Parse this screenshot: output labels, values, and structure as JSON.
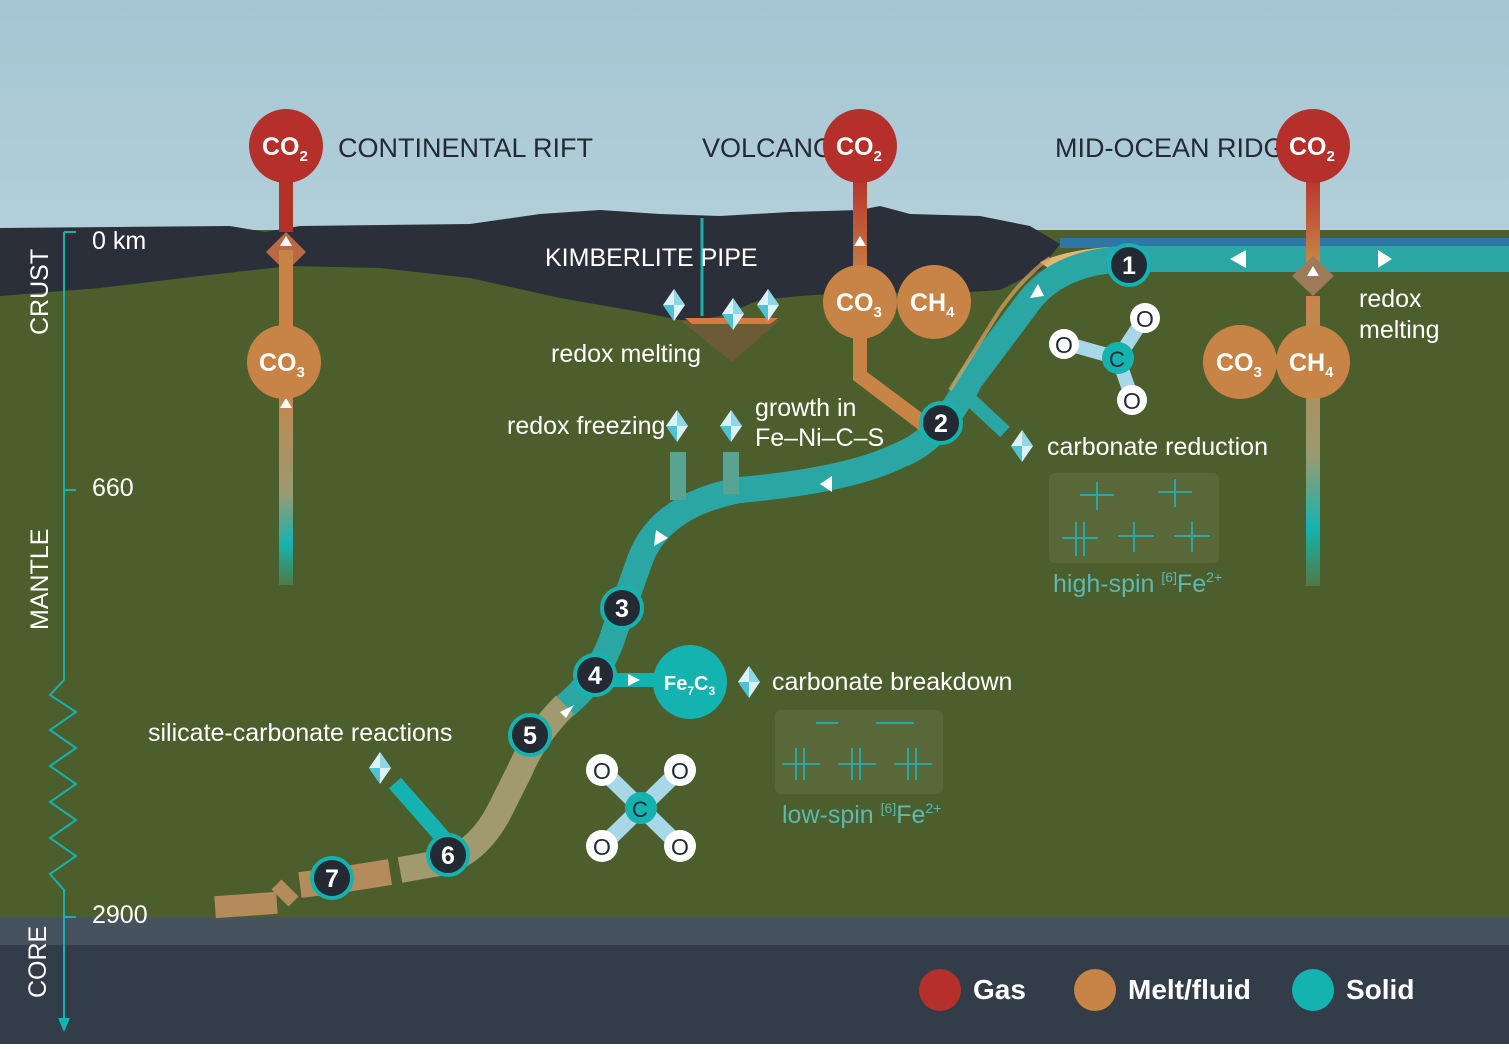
{
  "layers": {
    "crust": "CRUST",
    "mantle": "MANTLE",
    "core": "CORE"
  },
  "depths": {
    "d0": "0 km",
    "d660": "660",
    "d2900": "2900"
  },
  "settings": {
    "continental_rift": "CONTINENTAL RIFT",
    "volcano": "VOLCANO",
    "mid_ocean_ridge": "MID-OCEAN RIDGE",
    "kimberlite_pipe": "KIMBERLITE PIPE"
  },
  "chem": {
    "co": "CO",
    "ch": "CH",
    "fe": "Fe",
    "c": "C",
    "sub2": "2",
    "sub3": "3",
    "sub4": "4",
    "sub7": "7",
    "o": "O"
  },
  "process_labels": {
    "redox_melting": "redox melting",
    "redox_freezing": "redox freezing",
    "growth_in": "growth in",
    "fe_ni_c_s": "Fe–Ni–C–S",
    "carbonate_reduction": "carbonate reduction",
    "carbonate_breakdown": "carbonate breakdown",
    "silicate_carbonate_reactions": "silicate-carbonate reactions",
    "redox_melting_ridge_1": "redox",
    "redox_melting_ridge_2": "melting"
  },
  "spin": {
    "high_spin": "high-spin ",
    "low_spin": "low-spin ",
    "coordination": "[6]",
    "fe": "Fe",
    "charge": "2+"
  },
  "steps": [
    "1",
    "2",
    "3",
    "4",
    "5",
    "6",
    "7"
  ],
  "legend": [
    {
      "label": "Gas",
      "color": "#b52f2b"
    },
    {
      "label": "Melt/fluid",
      "color": "#c88447"
    },
    {
      "label": "Solid",
      "color": "#15b3b0"
    }
  ],
  "colors": {
    "sky": "#a9cbd7",
    "mantle": "#4c5e2c",
    "crust": "#2b2f3a",
    "core": "#323d49",
    "gas": "#b52f2b",
    "melt": "#c88447",
    "solid": "#15b3b0",
    "teal_text": "#5bb8b3"
  }
}
